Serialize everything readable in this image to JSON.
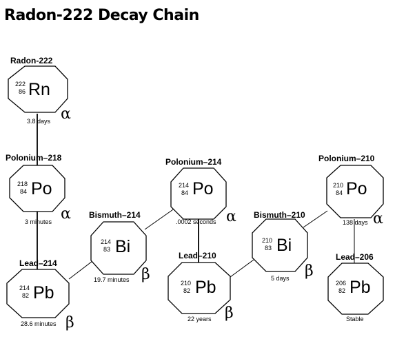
{
  "title": "Radon-222 Decay Chain",
  "nodes": [
    {
      "name": "Radon-222",
      "mass": "222",
      "atomic": "86",
      "symbol": "Rn",
      "half_life": "3.8 days",
      "decay": "α"
    },
    {
      "name": "Polonium–218",
      "mass": "218",
      "atomic": "84",
      "symbol": "Po",
      "half_life": "3 minutes",
      "decay": "α"
    },
    {
      "name": "Lead–214",
      "mass": "214",
      "atomic": "82",
      "symbol": "Pb",
      "half_life": "28.6 minutes",
      "decay": "β"
    },
    {
      "name": "Bismuth–214",
      "mass": "214",
      "atomic": "83",
      "symbol": "Bi",
      "half_life": "19.7 minutes",
      "decay": "β"
    },
    {
      "name": "Polonium–214",
      "mass": "214",
      "atomic": "84",
      "symbol": "Po",
      "half_life": ".0002 seconds",
      "decay": "α"
    },
    {
      "name": "Lead–210",
      "mass": "210",
      "atomic": "82",
      "symbol": "Pb",
      "half_life": "22 years",
      "decay": "β"
    },
    {
      "name": "Bismuth–210",
      "mass": "210",
      "atomic": "83",
      "symbol": "Bi",
      "half_life": "5 days",
      "decay": "β"
    },
    {
      "name": "Polonium–210",
      "mass": "210",
      "atomic": "84",
      "symbol": "Po",
      "half_life": "138 days",
      "decay": "α"
    },
    {
      "name": "Lead–206",
      "mass": "206",
      "atomic": "82",
      "symbol": "Pb",
      "half_life": "Stable",
      "decay": ""
    }
  ]
}
